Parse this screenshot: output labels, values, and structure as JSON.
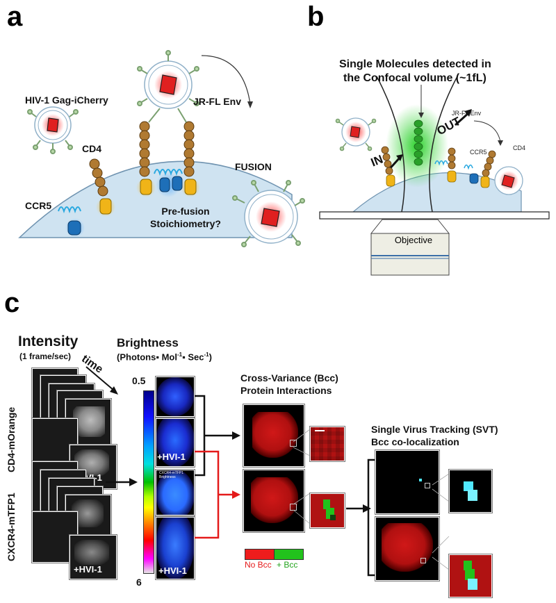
{
  "panels": {
    "a": "a",
    "b": "b",
    "c": "c"
  },
  "panel_a": {
    "gag_label": "HIV-1 Gag-iCherry",
    "env_label": "JR-FL Env",
    "cd4_label": "CD4",
    "ccr5_label": "CCR5",
    "fusion_label": "FUSION",
    "question_line1": "Pre-fusion",
    "question_line2": "Stoichiometry?"
  },
  "panel_b": {
    "title_line1": "Single Molecules detected in",
    "title_line2": "the Confocal volume (~1fL)",
    "env_label": "JR-FL Env",
    "in_label": "IN",
    "out_label": "OUT",
    "ccr5_label": "CCR5",
    "cd4_label": "CD4",
    "objective_label": "Objective"
  },
  "panel_c": {
    "intensity_label": "Intensity",
    "frame_rate": "(1 frame/sec)",
    "time_label": "time",
    "row1_label": "CD4-mOrange",
    "row2_label": "CXCR4-mTFP1",
    "hvi_label": "+HVI-1",
    "brightness_label": "Brightness",
    "brightness_units_prefix": "(Photons",
    "brightness_units_mol": "Mol",
    "brightness_units_sec": "Sec",
    "brightness_units_exp": "-1",
    "colorbar_max": "0.5",
    "colorbar_min": "6",
    "cross_variance_line1": "Cross-Variance (Bcc)",
    "cross_variance_line2": "Protein Interactions",
    "no_bcc": "No Bcc",
    "plus_bcc": "+ Bcc",
    "svt_line1": "Single Virus Tracking (SVT)",
    "svt_line2": "Bcc co-localization",
    "tiny_caption_line1": "CXCR4-mTFP1",
    "tiny_caption_line2": "Brightness"
  },
  "colors": {
    "membrane": "#cfe3f1",
    "virus_core": "#e02020",
    "cd4_bead": "#b07a32",
    "coreceptor_blue": "#1e6fb8",
    "anchor_yellow": "#f0b418",
    "bcc_red": "#ee1c1c",
    "bcc_green": "#22c21c",
    "arrow_red": "#e41a1a"
  },
  "icons": [
    "virion-icon",
    "cd4-receptor-icon",
    "ccr5-receptor-icon",
    "confocal-beam-icon",
    "objective-lens-icon",
    "colorbar-icon"
  ]
}
